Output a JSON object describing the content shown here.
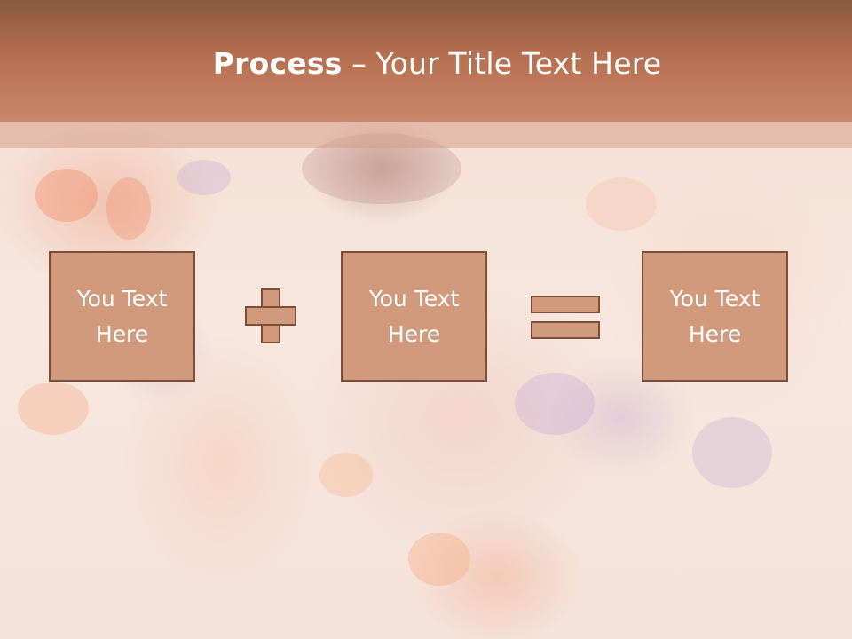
{
  "slide": {
    "title_strong": "Process",
    "title_rest": " – Your Title Text Here"
  },
  "boxes": [
    {
      "line1": "You Text",
      "line2": "Here"
    },
    {
      "line1": "You Text",
      "line2": "Here"
    },
    {
      "line1": "You Text",
      "line2": "Here"
    }
  ],
  "icons": {
    "operator_1": "plus-icon",
    "operator_2": "equals-icon"
  },
  "colors": {
    "header": "#b46f4f",
    "box_fill": "#d29a7d",
    "box_border": "#7e4d37"
  }
}
